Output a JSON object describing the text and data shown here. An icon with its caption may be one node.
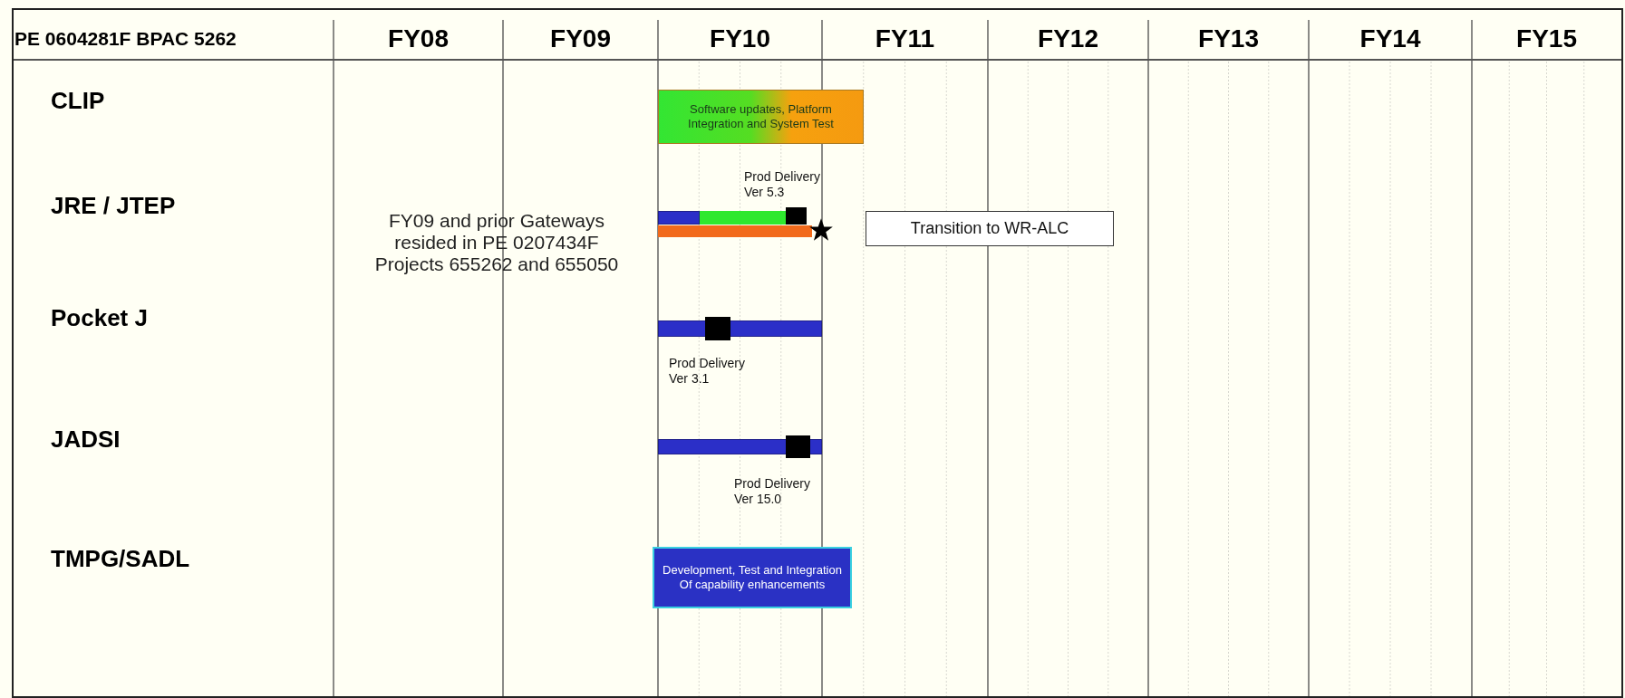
{
  "diagram": {
    "nodes": [
      {
        "text": [
          "Software updates, Platform Integration and System Test"
        ]
      },
      {
        "text": [],
        "shape": "bar"
      },
      {
        "text": [],
        "shape": "bar"
      },
      {
        "text": [],
        "shape": "box",
        "beside": [
          "Prod Delivery Ver 5.3"
        ]
      },
      {
        "text": [],
        "shape": "bar"
      },
      {
        "text": [],
        "shape": "star"
      },
      {
        "text": [
          "Transition to WR-ALC"
        ]
      },
      {
        "text": [],
        "shape": "bar"
      },
      {
        "text": [],
        "shape": "box",
        "beside": [
          "Prod Delivery Ver 3.1"
        ]
      },
      {
        "text": [],
        "shape": "bar"
      },
      {
        "text": [],
        "shape": "box",
        "beside": [
          "Prod Delivery Ver 15.0"
        ]
      },
      {
        "text": [
          "Development, Test and Integration Of capability enhancements"
        ]
      }
    ],
    "labels": [
      "PE 0604281F BPAC 5262",
      "FY08",
      "FY09",
      "FY10",
      "FY11",
      "FY12",
      "FY13",
      "FY14",
      "FY15",
      "CLIP",
      "JRE / JTEP",
      "FY09 and prior Gateways resided in PE 0207434F Projects 655262 and 655050",
      "Pocket J",
      "JADSI",
      "TMPG/SADL"
    ]
  }
}
